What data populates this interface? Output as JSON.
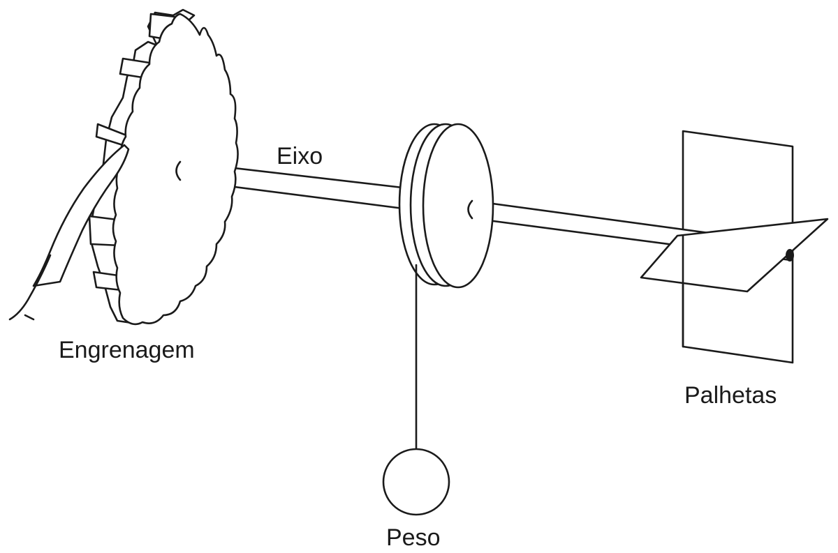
{
  "labels": {
    "axle": "Eixo",
    "gear": "Engrenagem",
    "paddles": "Palhetas",
    "weight": "Peso"
  }
}
